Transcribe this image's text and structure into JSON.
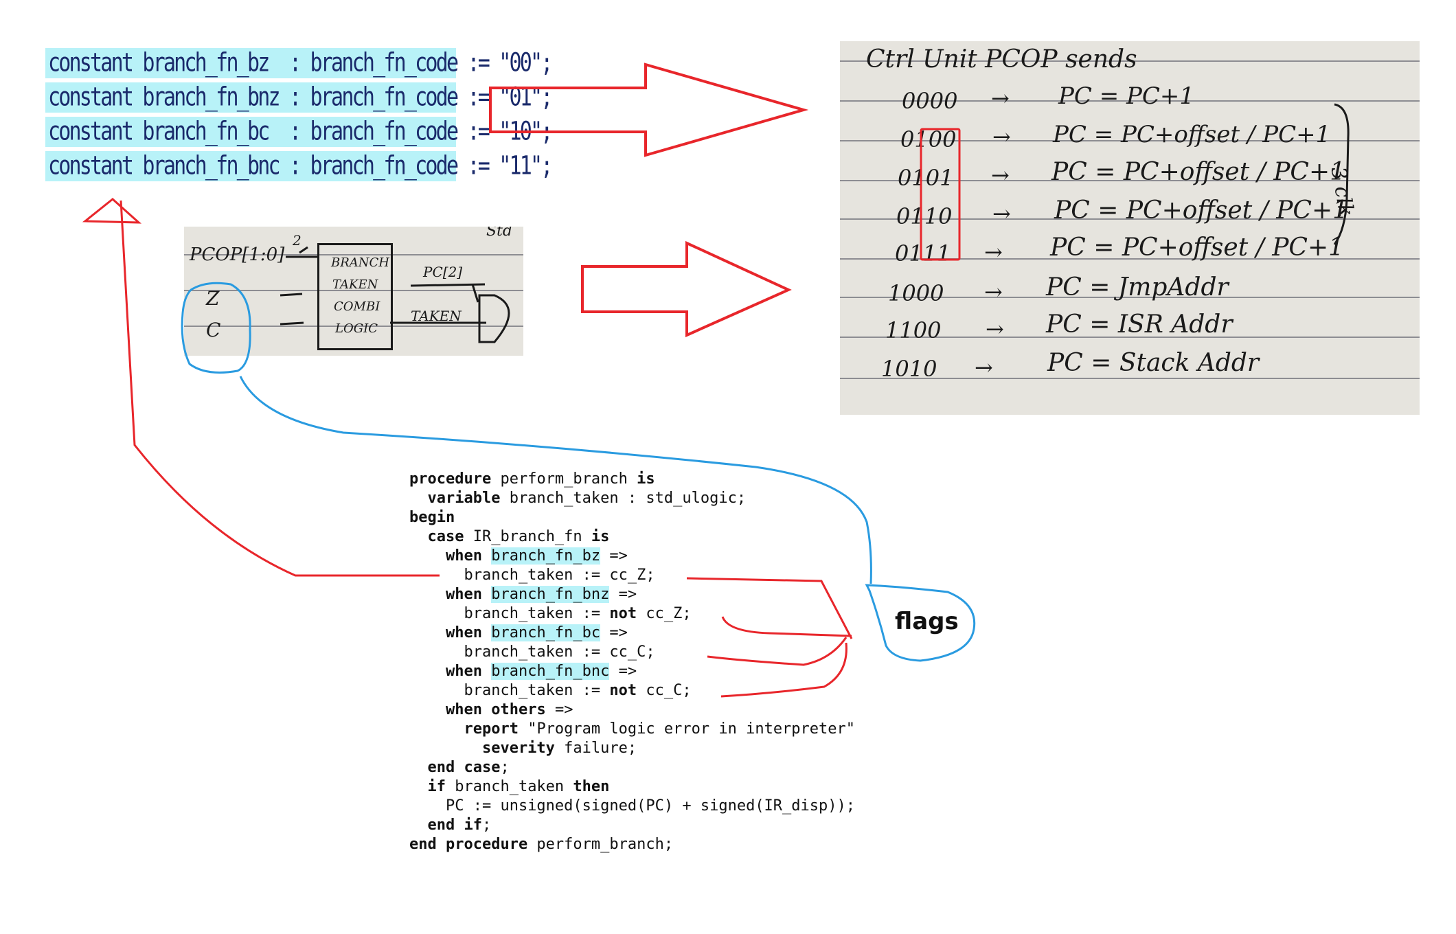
{
  "constants": [
    {
      "text": "constant branch_fn_bz  : branch_fn_code := \"00\";"
    },
    {
      "text": "constant branch_fn_bnz : branch_fn_code := \"01\";"
    },
    {
      "text": "constant branch_fn_bc  : branch_fn_code := \"10\";"
    },
    {
      "text": "constant branch_fn_bnc : branch_fn_code := \"11\";"
    }
  ],
  "sketch": {
    "pcop_label": "PCOP[1:0]",
    "width_mark": "2",
    "std_label": "Std",
    "z_label": "Z",
    "c_label": "C",
    "box_lines": [
      "BRANCH",
      "TAKEN",
      "COMBI",
      "LOGIC"
    ],
    "pc_label": "PC[2]",
    "taken_label": "TAKEN"
  },
  "notes": {
    "title": "Ctrl Unit PCOP sends",
    "rows": [
      {
        "code": "0000",
        "arrow": "→",
        "action": "PC = PC+1"
      },
      {
        "code": "0100",
        "arrow": "→",
        "action": "PC = PC+offset / PC+1"
      },
      {
        "code": "0101",
        "arrow": "→",
        "action": "PC = PC+offset / PC+1"
      },
      {
        "code": "0110",
        "arrow": "→",
        "action": "PC = PC+offset / PC+1"
      },
      {
        "code": "0111",
        "arrow": "→",
        "action": "PC = PC+offset / PC+1"
      },
      {
        "code": "1000",
        "arrow": "→",
        "action": "PC = JmpAddr"
      },
      {
        "code": "1100",
        "arrow": "→",
        "action": "PC = ISR Addr"
      },
      {
        "code": "1010",
        "arrow": "→",
        "action": "PC = Stack Addr"
      }
    ],
    "brace_note": "3 clk"
  },
  "code": {
    "lines": [
      {
        "k1": "procedure",
        "t1": " perform_branch ",
        "k2": "is",
        "rest": ""
      },
      {
        "k1": "  variable",
        "t1": " branch_taken : std_ulogic;",
        "k2": "",
        "rest": ""
      },
      {
        "k1": "begin",
        "t1": "",
        "k2": "",
        "rest": ""
      },
      {
        "k1": "  case",
        "t1": " IR_branch_fn ",
        "k2": "is",
        "rest": ""
      },
      {
        "k1": "    when",
        "hl": "branch_fn_bz",
        "k2": "",
        "rest": " =>"
      },
      {
        "k1": "",
        "t1": "      branch_taken := cc_Z;",
        "k2": "",
        "rest": ""
      },
      {
        "k1": "    when",
        "hl": "branch_fn_bnz",
        "k2": "",
        "rest": " =>"
      },
      {
        "k1": "",
        "t1": "      branch_taken := ",
        "k2": "not",
        "rest": " cc_Z;"
      },
      {
        "k1": "    when",
        "hl": "branch_fn_bc",
        "k2": "",
        "rest": " =>"
      },
      {
        "k1": "",
        "t1": "      branch_taken := cc_C;",
        "k2": "",
        "rest": ""
      },
      {
        "k1": "    when",
        "hl": "branch_fn_bnc",
        "k2": "",
        "rest": " =>"
      },
      {
        "k1": "",
        "t1": "      branch_taken := ",
        "k2": "not",
        "rest": " cc_C;"
      },
      {
        "k1": "    when",
        "t1": " ",
        "k2": "others",
        "rest": " =>"
      },
      {
        "k1": "      report",
        "t1": " \"Program logic error in interpreter\"",
        "k2": "",
        "rest": ""
      },
      {
        "k1": "        severity",
        "t1": " failure;",
        "k2": "",
        "rest": ""
      },
      {
        "k1": "  end case",
        "t1": ";",
        "k2": "",
        "rest": ""
      },
      {
        "k1": "  if",
        "t1": " branch_taken ",
        "k2": "then",
        "rest": ""
      },
      {
        "k1": "",
        "t1": "    PC := unsigned(signed(PC) + signed(IR_disp));",
        "k2": "",
        "rest": ""
      },
      {
        "k1": "  end if",
        "t1": ";",
        "k2": "",
        "rest": ""
      },
      {
        "k1": "end procedure",
        "t1": " perform_branch;",
        "k2": "",
        "rest": ""
      }
    ]
  },
  "flags_label": "flags",
  "colors": {
    "highlight": "#b8f2f8",
    "red": "#e8262b",
    "blue": "#2a9be0",
    "paper": "#e6e4de"
  }
}
